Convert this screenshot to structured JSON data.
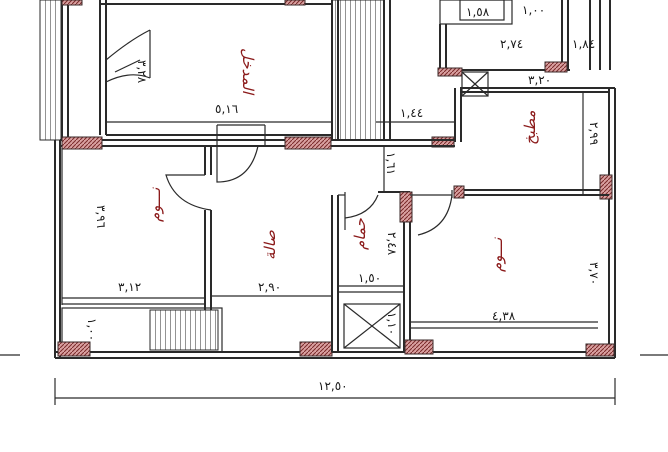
{
  "rooms": {
    "entrance": "المدخل",
    "bedroom_left": "نـــوم",
    "hall": "صالة",
    "bath": "حمام",
    "kitchen": "مطبخ",
    "bedroom_right": "نـــوم"
  },
  "dimensions": {
    "entrance_width": "٥,١٦",
    "entrance_depth": "٣,٢٨",
    "top_a": "١,٥٨",
    "top_b": "١,٠٠",
    "top_c": "٢,٧٤",
    "top_d": "١,٨٤",
    "kitchen_width": "٣,٢٠",
    "kitchen_depth": "٢,٩٩",
    "corridor_width": "١,٤٤",
    "corridor_depth": "١,٦١",
    "bedroom_left_depth": "٣,٩٦",
    "bedroom_left_width": "٣,١٢",
    "hall_width": "٢,٩٠",
    "bath_depth": "٢,٤٨",
    "bath_width": "١,٥٠",
    "bedroom_right_depth": "٣,٧٠",
    "bedroom_right_width": "٤,٣٨",
    "balcony_depth": "١,٠٠",
    "shaft_depth": "١,١٠",
    "total_width": "١٢,٥٠"
  }
}
